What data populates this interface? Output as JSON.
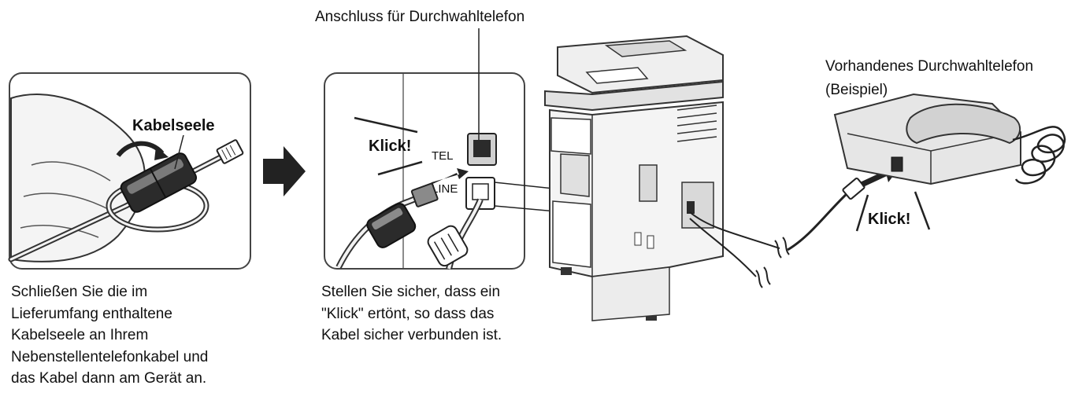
{
  "labels": {
    "top_connector": "Anschluss für Durchwahltelefon",
    "phone_title": [
      "Vorhandenes Durchwahltelefon",
      "(Beispiel)"
    ],
    "core_label": "Kabelseele",
    "click_left": "Klick!",
    "click_right": "Klick!",
    "port_tel": "TEL",
    "port_line": "LINE"
  },
  "captions": {
    "left": [
      "Schließen Sie die im",
      "Lieferumfang enthaltene",
      "Kabelseele an Ihrem",
      "Nebenstellentelefonkabel und",
      "das Kabel dann am Gerät an."
    ],
    "middle": [
      "Stellen Sie sicher, dass ein",
      "\"Klick\" ertönt, so dass das",
      "Kabel sicher verbunden ist."
    ]
  },
  "colors": {
    "line": "#222222",
    "panel_stroke": "#444444",
    "dark_fill": "#2b2b2b",
    "mid_fill": "#8a8a8a",
    "light_fill": "#d9d9d9",
    "device_fill": "#efefef"
  }
}
